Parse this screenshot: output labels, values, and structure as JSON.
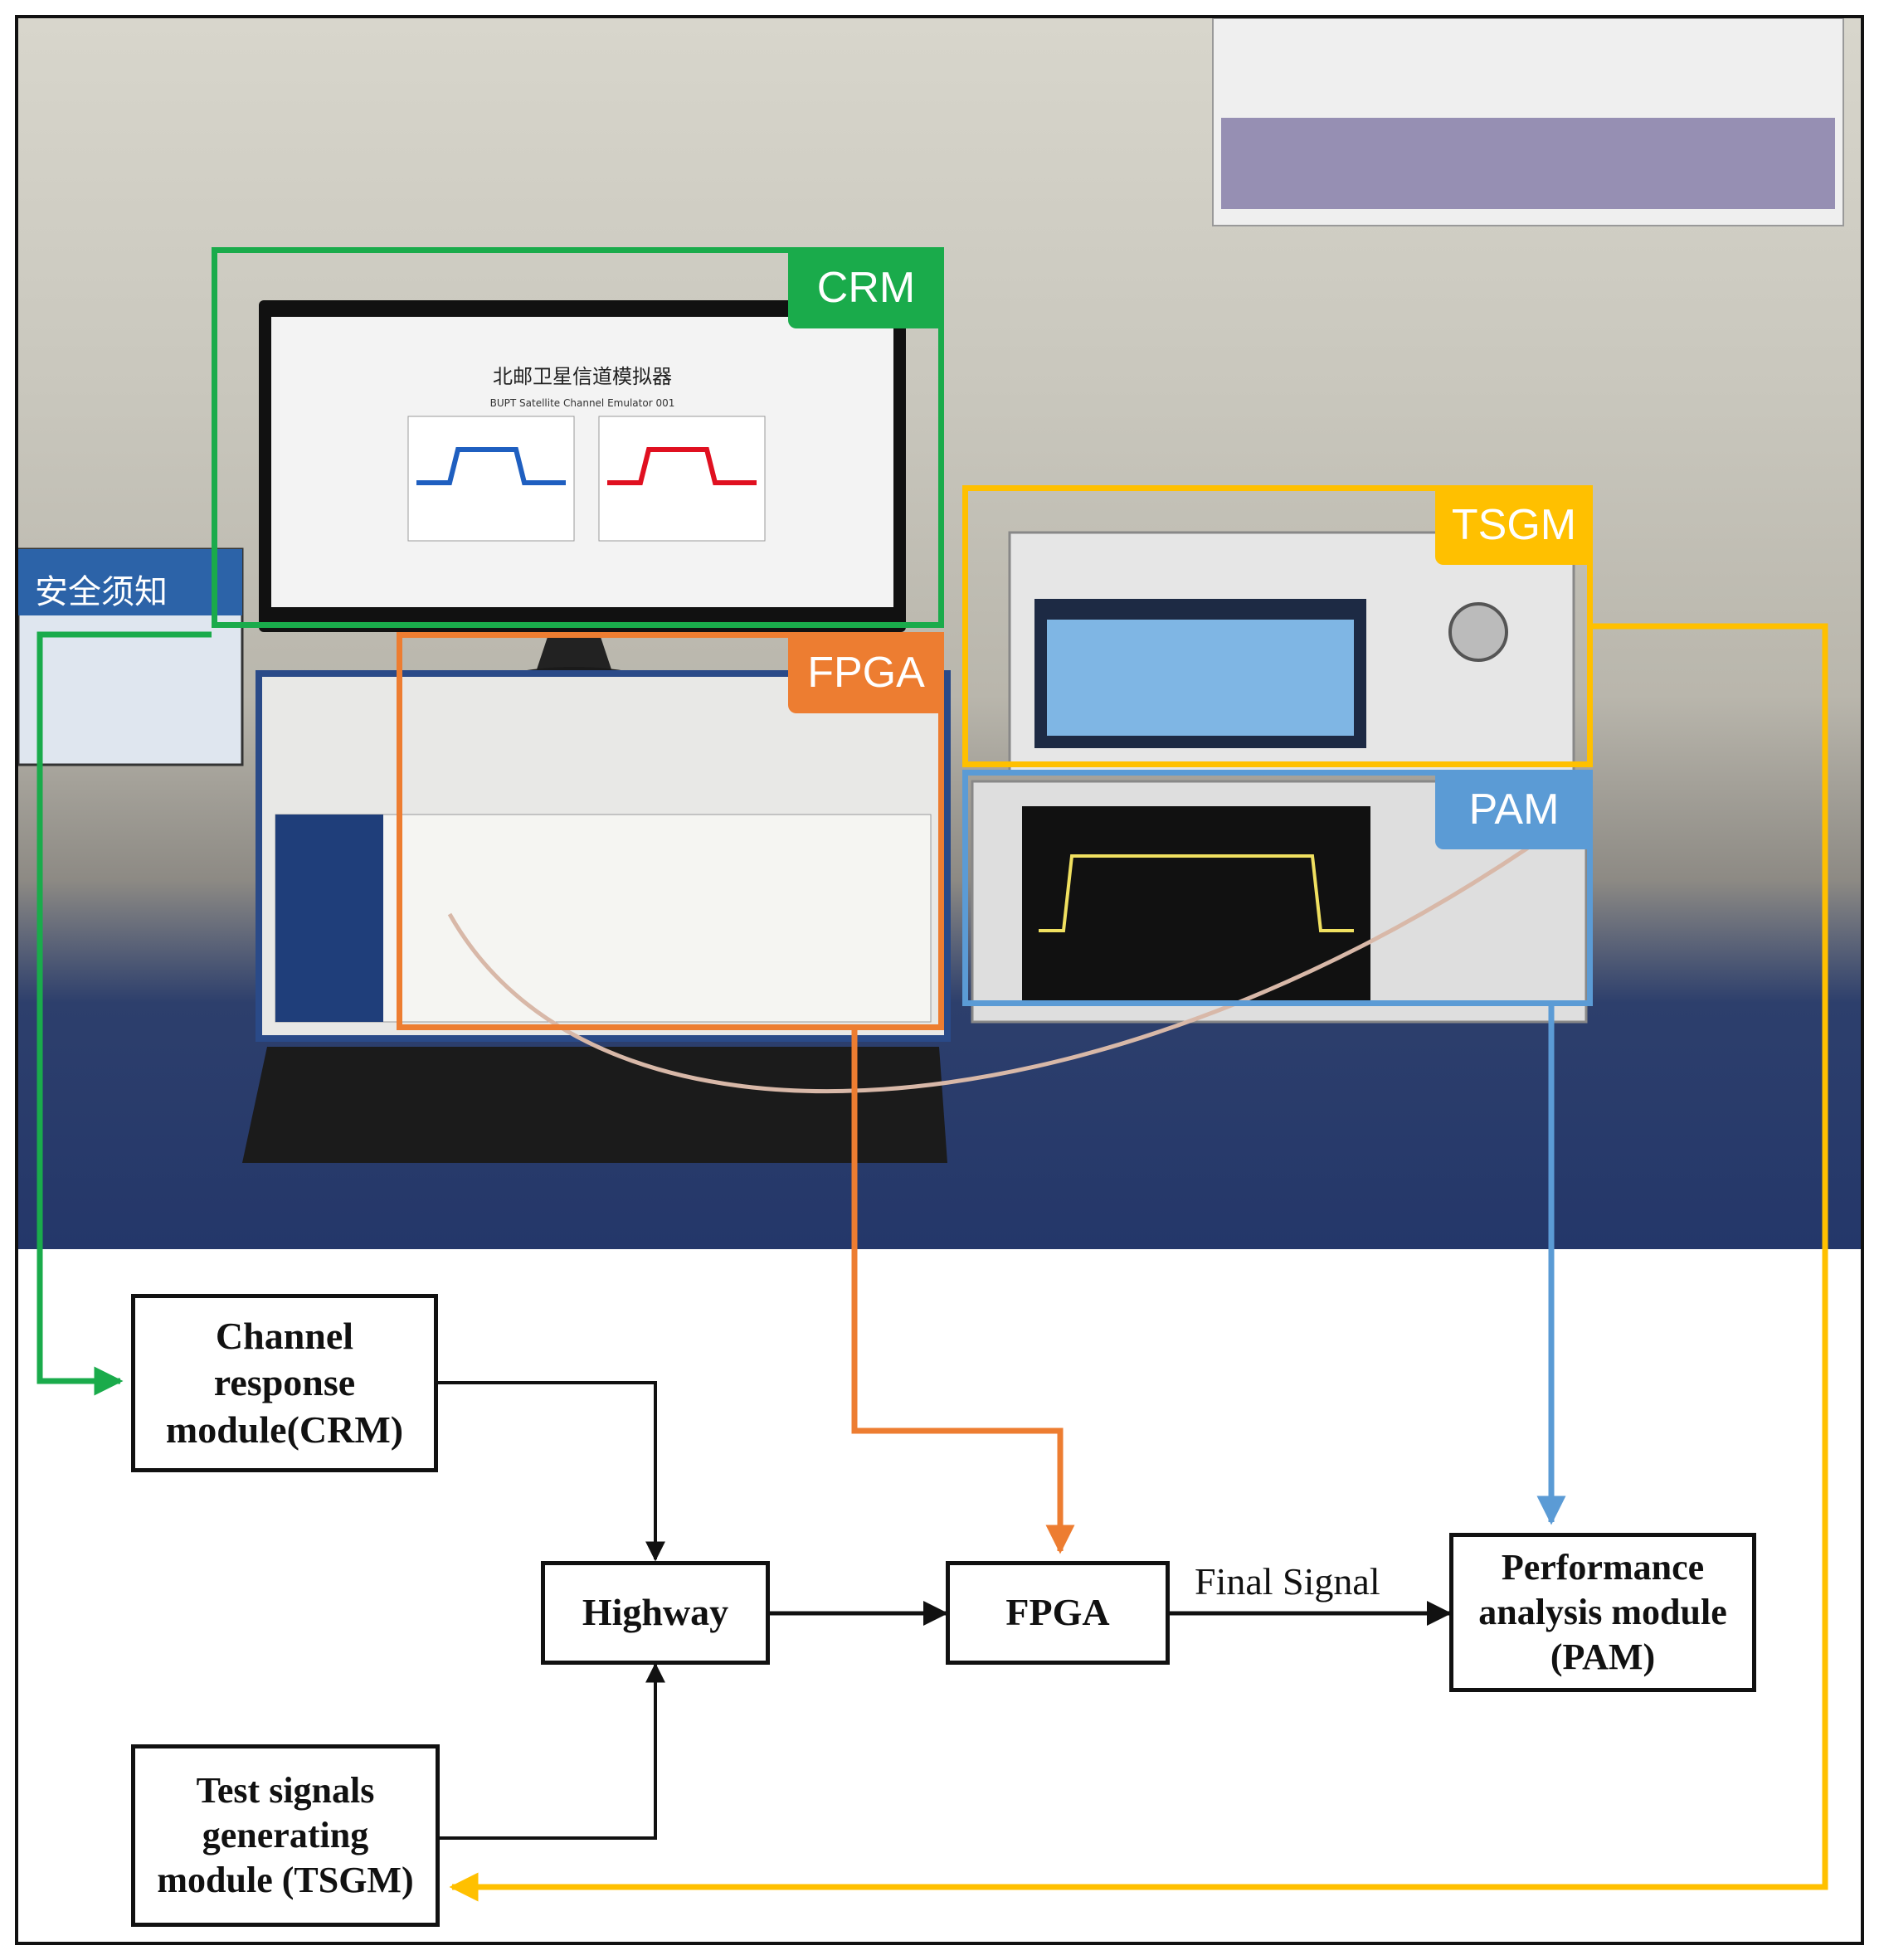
{
  "photo_tags": {
    "crm": "CRM",
    "fpga": "FPGA",
    "tsgm": "TSGM",
    "pam": "PAM"
  },
  "blocks": {
    "crm": "Channel\nresponse\nmodule(CRM)",
    "highway": "Highway",
    "fpga": "FPGA",
    "pam": "Performance\nanalysis module\n(PAM)",
    "tsgm": "Test signals\ngenerating\nmodule (TSGM)"
  },
  "edge_labels": {
    "fpga_to_pam": "Final Signal"
  },
  "screen_text": {
    "title_cn": "北邮卫星信道模拟器",
    "title_en": "BUPT Satellite Channel Emulator 001",
    "notice_cn": "安全须知"
  },
  "colors": {
    "crm": "#1aab4b",
    "fpga": "#ed7d31",
    "tsgm": "#ffc000",
    "pam": "#5b9bd5",
    "black": "#111111"
  }
}
